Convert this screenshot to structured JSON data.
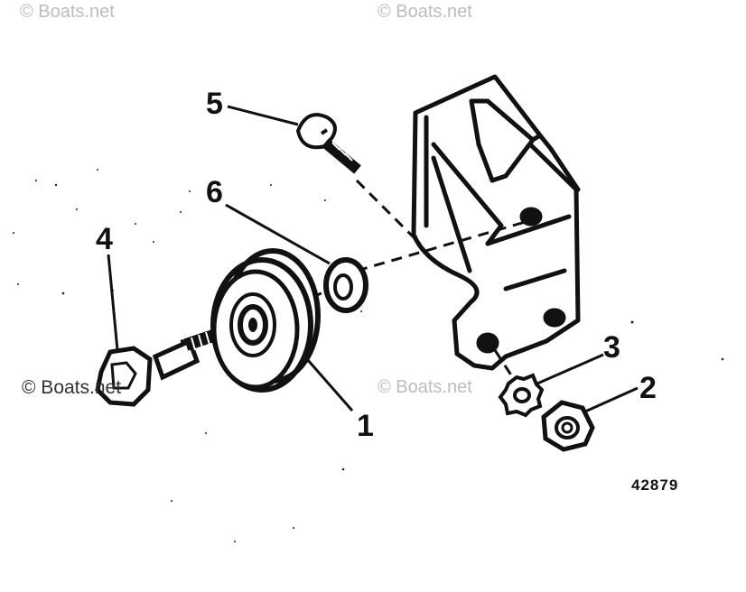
{
  "watermarks": {
    "top_left": "© Boats.net",
    "top_center": "© Boats.net",
    "mid_left": "© Boats.net",
    "mid_center": "© Boats.net"
  },
  "callouts": {
    "pulley": "1",
    "nut": "2",
    "lock_washer": "3",
    "shoulder_bolt": "4",
    "screw": "5",
    "spacer": "6"
  },
  "figure_number": "42879"
}
